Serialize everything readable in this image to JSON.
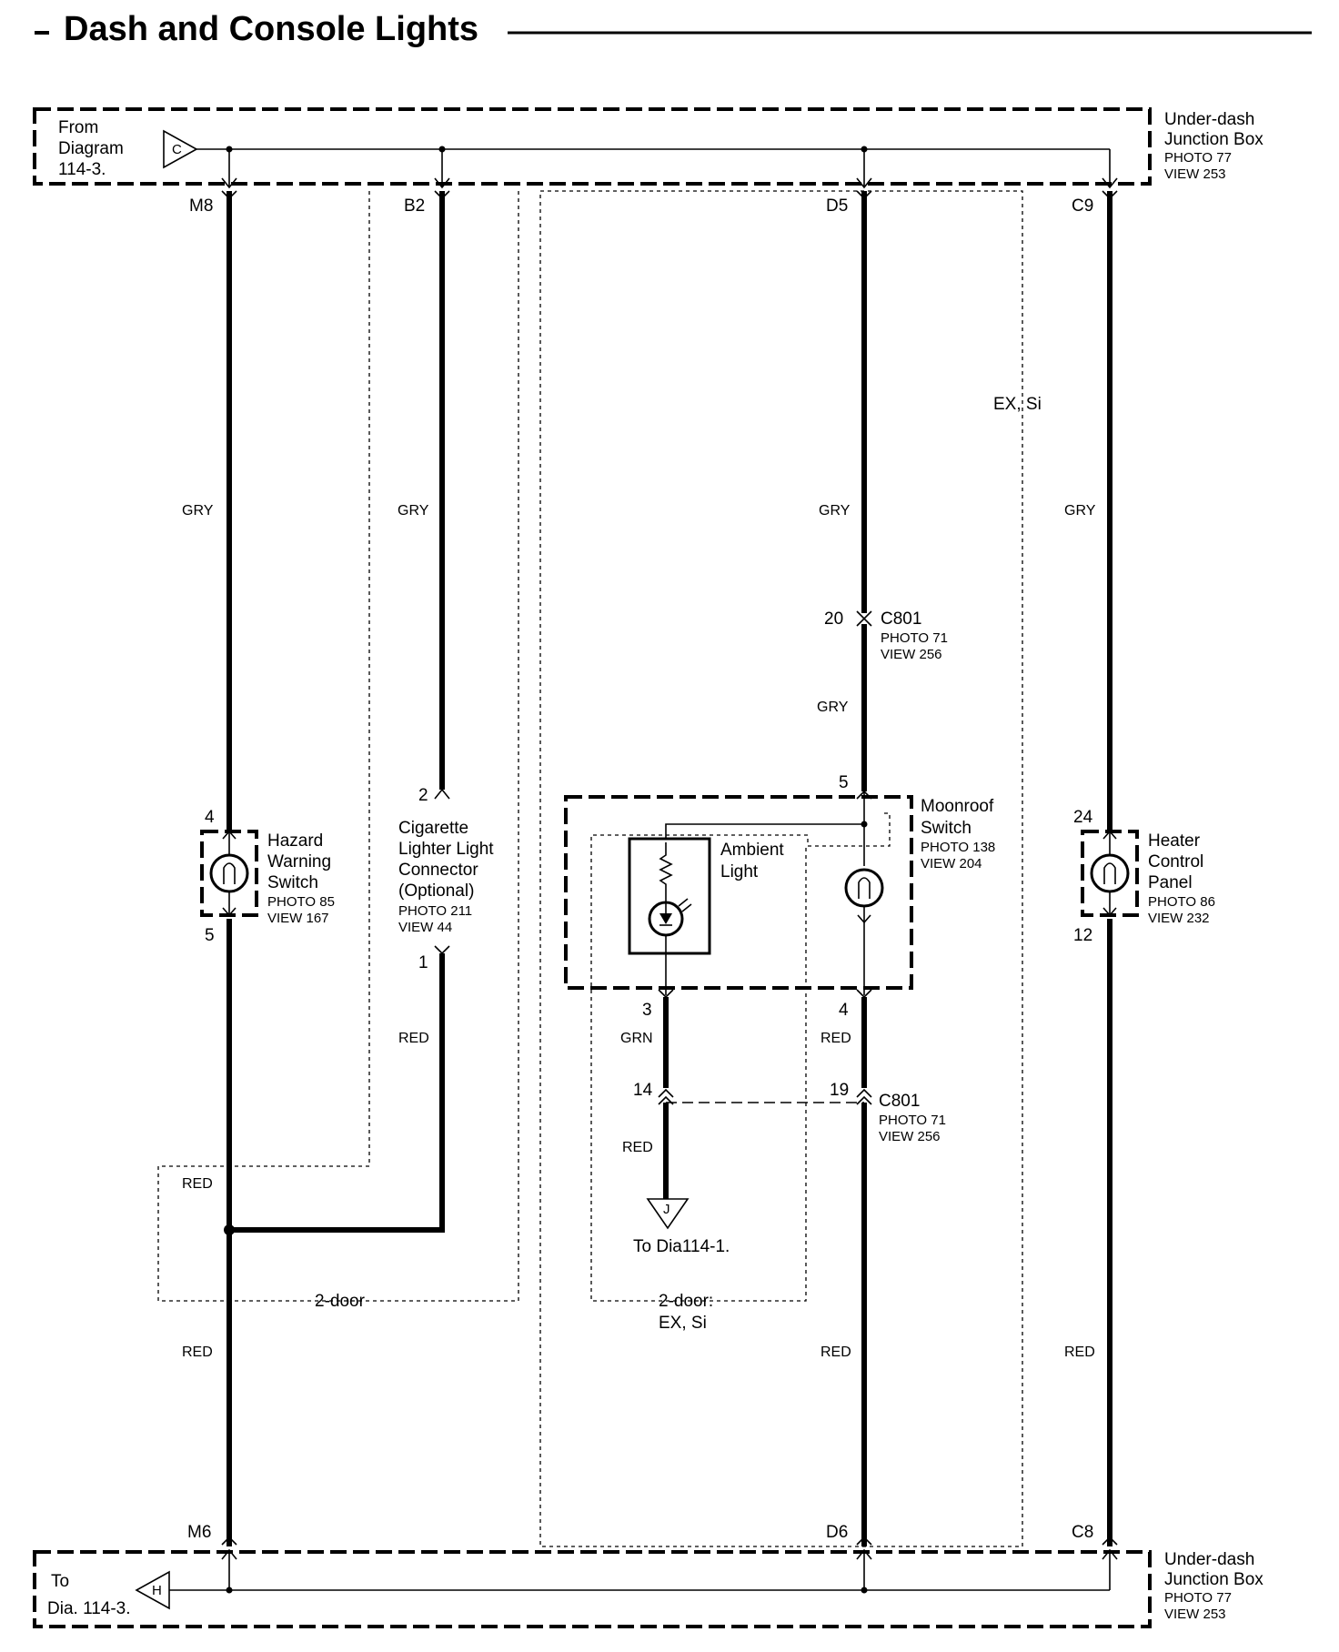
{
  "title": "Dash and Console Lights",
  "top_box": {
    "from_label": [
      "From",
      "Diagram",
      "114-3."
    ],
    "connector_letter": "C",
    "name": [
      "Under-dash",
      "Junction Box"
    ],
    "photo": "PHOTO 77",
    "view": "VIEW 253"
  },
  "bottom_box": {
    "to_label": [
      "To",
      "Dia. 114-3."
    ],
    "connector_letter": "H",
    "name": [
      "Under-dash",
      "Junction Box"
    ],
    "photo": "PHOTO 77",
    "view": "VIEW 253"
  },
  "terminals": {
    "m8": "M8",
    "b2": "B2",
    "d5": "D5",
    "c9": "C9",
    "m6": "M6",
    "d6": "D6",
    "c8": "C8"
  },
  "wire_colors": {
    "gry": "GRY",
    "red": "RED",
    "grn": "GRN"
  },
  "c801_top": {
    "pin": "20",
    "name": "C801",
    "photo": "PHOTO 71",
    "view": "VIEW 256"
  },
  "c801_bottom": {
    "pin_left": "14",
    "pin_right": "19",
    "name": "C801",
    "photo": "PHOTO 71",
    "view": "VIEW 256"
  },
  "hazard": {
    "pin_top": "4",
    "pin_bottom": "5",
    "name": [
      "Hazard",
      "Warning",
      "Switch"
    ],
    "photo": "PHOTO 85",
    "view": "VIEW 167"
  },
  "lighter": {
    "pin_top": "2",
    "pin_bottom": "1",
    "name": [
      "Cigarette",
      "Lighter Light",
      "Connector",
      "(Optional)"
    ],
    "photo": "PHOTO 211",
    "view": "VIEW 44"
  },
  "moonroof": {
    "pin_top": "5",
    "pin_left": "3",
    "pin_right": "4",
    "name": [
      "Moonroof",
      "Switch"
    ],
    "photo": "PHOTO 138",
    "view": "VIEW 204"
  },
  "ambient": {
    "name": [
      "Ambient",
      "Light"
    ]
  },
  "heater": {
    "pin_top": "24",
    "pin_bottom": "12",
    "name": [
      "Heater",
      "Control",
      "Panel"
    ],
    "photo": "PHOTO 86",
    "view": "VIEW 232"
  },
  "ground_ref": {
    "letter": "J",
    "label": "To Dia114-1."
  },
  "options": {
    "ex_si": "EX, Si",
    "two_door": "2-door",
    "two_door_ex_si": [
      "2-door:",
      "EX, Si"
    ]
  }
}
